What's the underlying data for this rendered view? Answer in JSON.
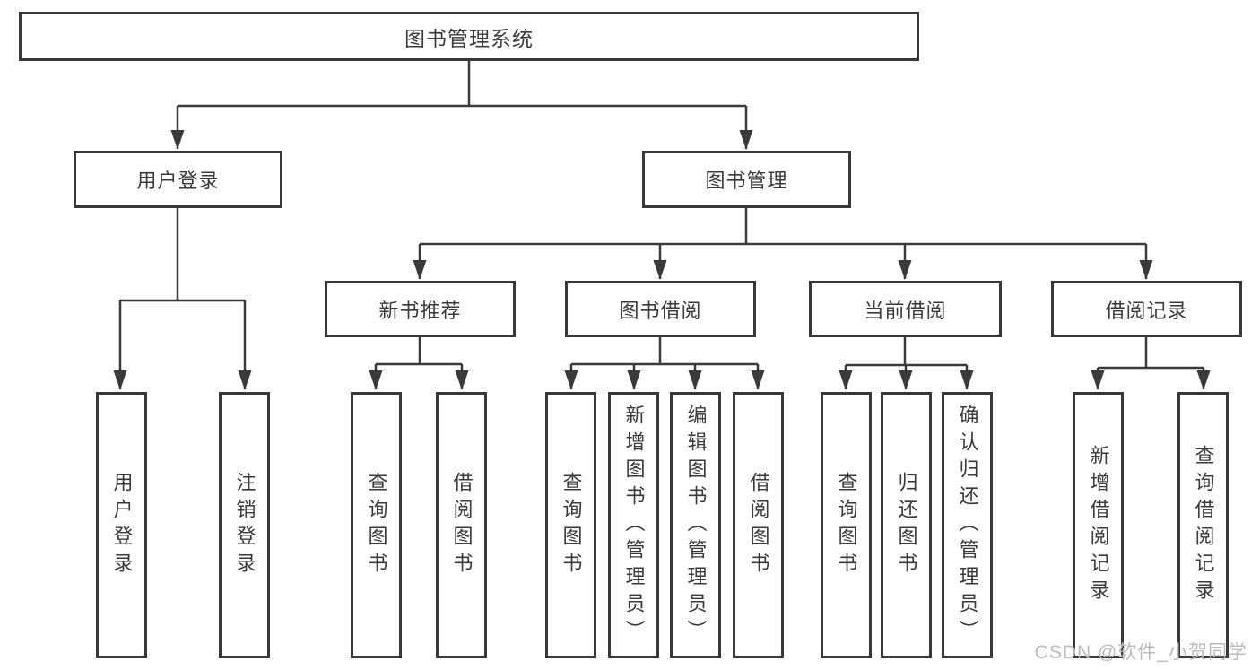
{
  "tree": {
    "root": "图书管理系统",
    "children": [
      {
        "label": "用户登录",
        "children": [
          "用户登录",
          "注销登录"
        ]
      },
      {
        "label": "图书管理",
        "children": [
          {
            "label": "新书推荐",
            "children": [
              "查询图书",
              "借阅图书"
            ]
          },
          {
            "label": "图书借阅",
            "children": [
              "查询图书",
              "新增图书（管理员）",
              "编辑图书（管理员）",
              "借阅图书"
            ]
          },
          {
            "label": "当前借阅",
            "children": [
              "查询图书",
              "归还图书",
              "确认归还（管理员）"
            ]
          },
          {
            "label": "借阅记录",
            "children": [
              "新增借阅记录",
              "查询借阅记录"
            ]
          }
        ]
      }
    ]
  },
  "watermark": {
    "text": "CSDN @软件_小贺同学"
  },
  "colors": {
    "line": "#3a3a3a",
    "box_border": "#383838",
    "text": "#3a3a3a",
    "watermark": "#bcbcbc",
    "background": "#ffffff"
  }
}
